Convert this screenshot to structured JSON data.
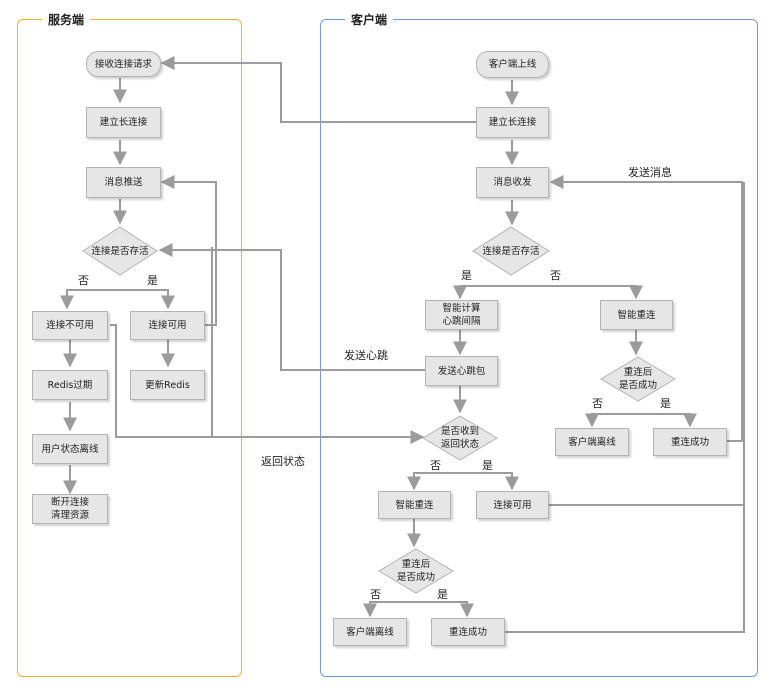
{
  "lanes": {
    "server": {
      "title": "服务端",
      "border_color": "#e8b23a"
    },
    "client": {
      "title": "客户端",
      "border_color": "#7a9bd1"
    }
  },
  "server": {
    "receive_request": "接收连接请求",
    "establish": "建立长连接",
    "push": "消息推送",
    "decision": "连接是否存活",
    "no": "否",
    "yes": "是",
    "unavailable": "连接不可用",
    "available": "连接可用",
    "redis_expire": "Redis过期",
    "update_redis": "更新Redis",
    "user_offline": "用户状态离线",
    "disconnect": "断开连接\n清理资源"
  },
  "client": {
    "online": "客户端上线",
    "establish": "建立长连接",
    "send_receive": "消息收发",
    "decision": "连接是否存活",
    "yes": "是",
    "no": "否",
    "smart_calc": "智能计算\n心跳间隔",
    "smart_reconnect": "智能重连",
    "send_heartbeat": "发送心跳包",
    "reconnect_check_right": "重连后\n是否成功",
    "right_no": "否",
    "right_yes": "是",
    "client_offline_right": "客户端离线",
    "reconnect_success_right": "重连成功",
    "return_check": "是否收到\n返回状态",
    "return_no": "否",
    "return_yes": "是",
    "smart_reconnect_2": "智能重连",
    "connection_available": "连接可用",
    "reconnect_check_bottom": "重连后\n是否成功",
    "bottom_no": "否",
    "bottom_yes": "是",
    "client_offline_bottom": "客户端离线",
    "reconnect_success_bottom": "重连成功"
  },
  "edge_labels": {
    "send_message": "发送消息",
    "send_heartbeat": "发送心跳",
    "return_status": "返回状态"
  },
  "colors": {
    "node_fill": "#e6e6e6",
    "node_border": "#b3b3b3",
    "arrow": "#9b9b9b"
  }
}
